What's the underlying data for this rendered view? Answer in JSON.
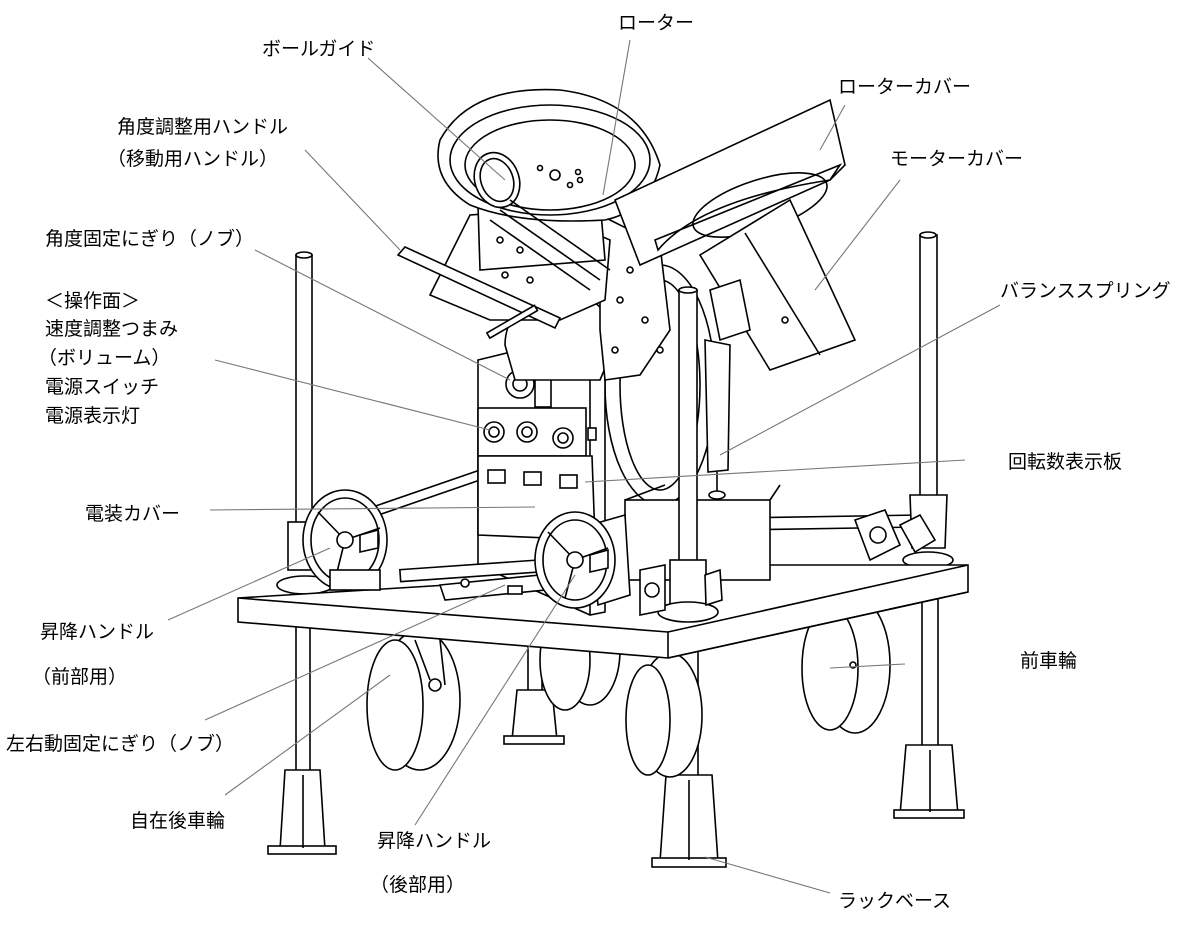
{
  "colors": {
    "line": "#000000",
    "leader": "#777777",
    "background": "#ffffff"
  },
  "labels": {
    "rotor": "ローター",
    "ball_guide": "ボールガイド",
    "rotor_cover": "ローターカバー",
    "angle_handle": "角度調整用ハンドル",
    "angle_handle_sub": "（移動用ハンドル）",
    "motor_cover": "モーターカバー",
    "angle_knob": "角度固定にぎり（ノブ）",
    "panel_title": "＜操作面＞",
    "speed_knob": "速度調整つまみ",
    "speed_knob_sub": "（ボリューム）",
    "power_switch": "電源スイッチ",
    "power_lamp": "電源表示灯",
    "balance_spring": "バランススプリング",
    "rpm_plate": "回転数表示板",
    "electric_cover": "電装カバー",
    "lift_handle_front": "昇降ハンドル",
    "lift_handle_front_sub": "（前部用）",
    "front_wheel": "前車輪",
    "lr_knob": "左右動固定にぎり（ノブ）",
    "caster_rear_wheel": "自在後車輪",
    "lift_handle_rear": "昇降ハンドル",
    "lift_handle_rear_sub": "（後部用）",
    "rack_base": "ラックベース"
  }
}
